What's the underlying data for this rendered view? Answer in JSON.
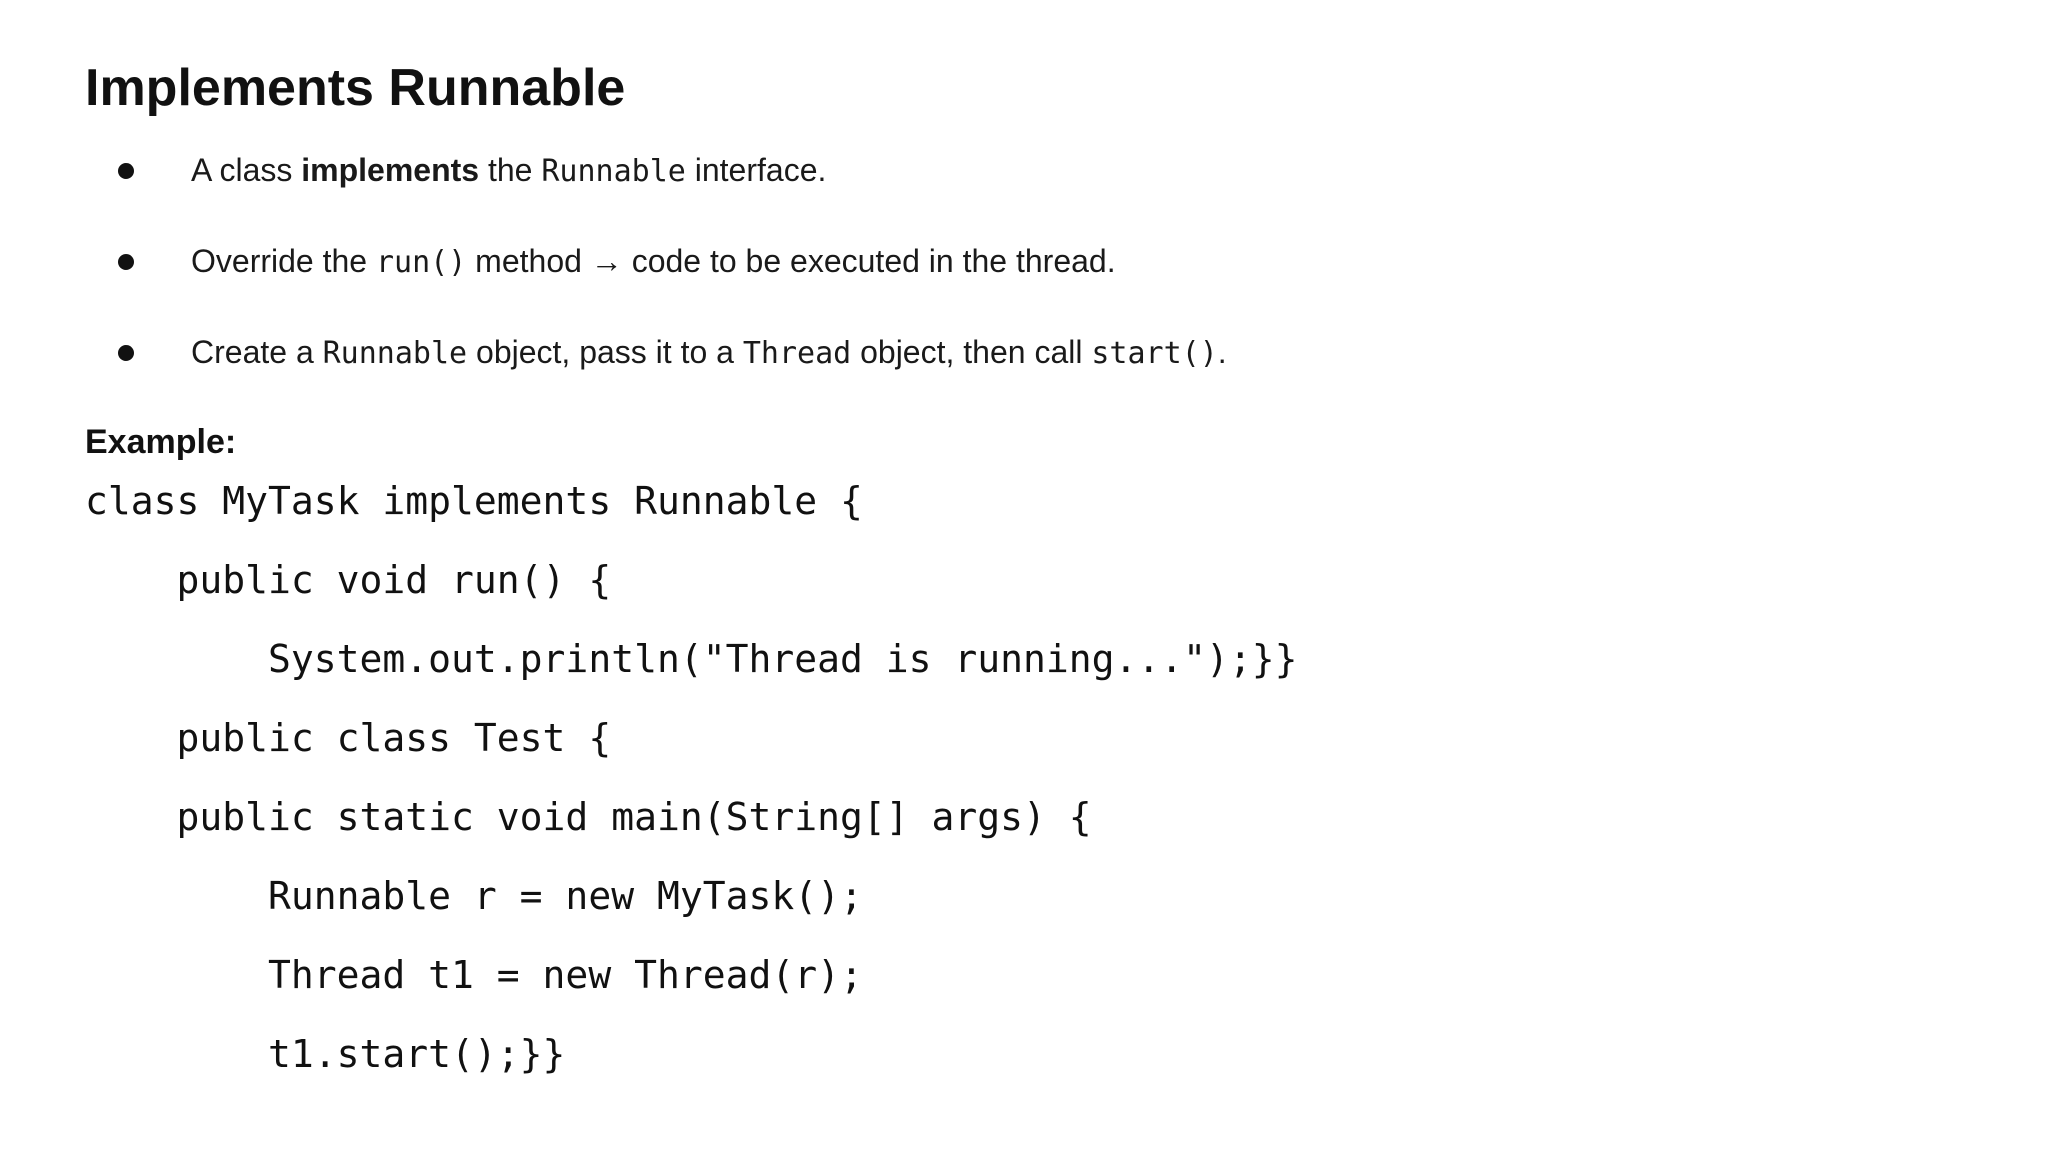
{
  "colors": {
    "background": "#ffffff",
    "text": "#000000"
  },
  "page": {
    "title": "Implements Runnable"
  },
  "bullets": [
    {
      "segments": [
        {
          "text": "A class ",
          "style": "normal"
        },
        {
          "text": "implements",
          "style": "bold"
        },
        {
          "text": " the ",
          "style": "normal"
        },
        {
          "text": "Runnable",
          "style": "mono"
        },
        {
          "text": " interface.",
          "style": "normal"
        }
      ]
    },
    {
      "segments": [
        {
          "text": "Override the ",
          "style": "normal"
        },
        {
          "text": "run()",
          "style": "mono"
        },
        {
          "text": " method → code to be executed in the thread.",
          "style": "normal"
        }
      ]
    },
    {
      "segments": [
        {
          "text": "Create a ",
          "style": "normal"
        },
        {
          "text": "Runnable",
          "style": "mono"
        },
        {
          "text": " object, pass it to a ",
          "style": "normal"
        },
        {
          "text": "Thread",
          "style": "mono"
        },
        {
          "text": " object, then call ",
          "style": "normal"
        },
        {
          "text": "start()",
          "style": "mono"
        },
        {
          "text": ".",
          "style": "normal"
        }
      ]
    }
  ],
  "example": {
    "label": "Example:",
    "code_lines": [
      "class MyTask implements Runnable {",
      "    public void run() {",
      "        System.out.println(\"Thread is running...\");}}",
      "    public class Test {",
      "    public static void main(String[] args) {",
      "        Runnable r = new MyTask();",
      "        Thread t1 = new Thread(r);",
      "        t1.start();}}"
    ]
  }
}
